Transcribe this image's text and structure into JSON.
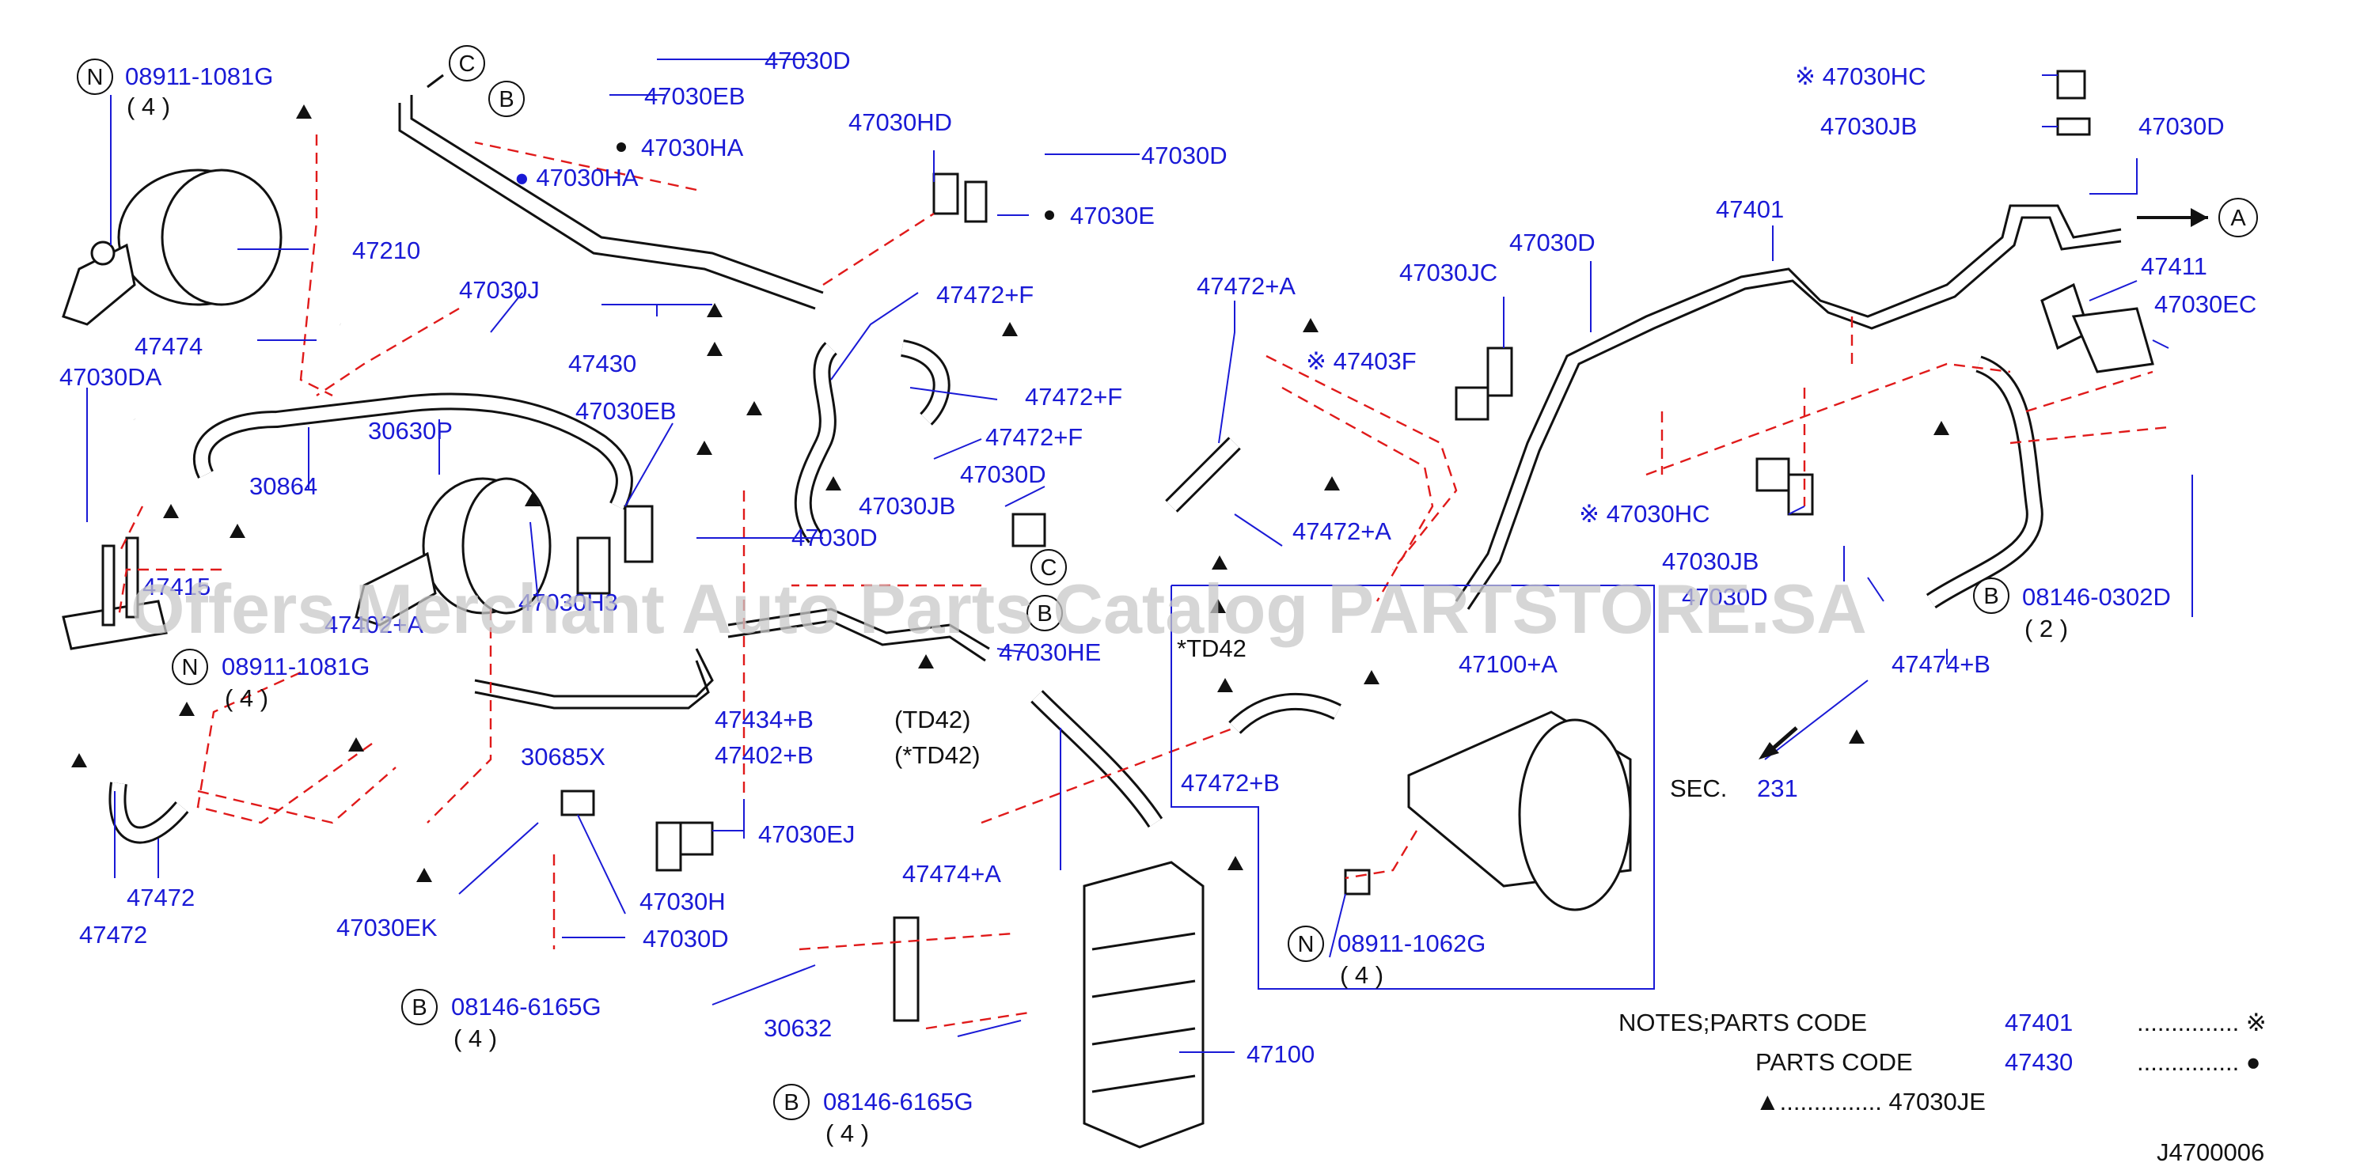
{
  "watermark": "Offers Merchant Auto Parts Catalog PARTSTORE.SA",
  "diagram_code": "J4700006",
  "notes": {
    "line1": "NOTES;PARTS   CODE",
    "line1_code": "47401",
    "line1_dots": "............... ※",
    "line2": "PARTS   CODE",
    "line2_code": "47430",
    "line2_dots": "............... ●",
    "line3": "▲............... 47030JE"
  },
  "labels": {
    "n_08911_1081G_top": "08911-1081G",
    "qty4_a": "( 4 )",
    "p47210": "47210",
    "p47474": "47474",
    "p47030DA": "47030DA",
    "p47030J": "47030J",
    "p30630P": "30630P",
    "p30864": "30864",
    "p47430": "47430",
    "p47030D_1": "47030D",
    "p47030EB_1": "47030EB",
    "p47030HA_1": "47030HA",
    "p47030HA_2": "● 47030HA",
    "p47030HD": "47030HD",
    "p47030D_2": "47030D",
    "p47030E": "47030E",
    "p47472F_1": "47472+F",
    "p47472F_2": "47472+F",
    "p47472F_3": "47472+F",
    "p47030EB_2": "47030EB",
    "p47030JB_1": "47030JB",
    "p47030D_3": "47030D",
    "p47030D_4": "47030D",
    "p47030H3": "47030H3",
    "p47402A": "47402+A",
    "p47415": "47415",
    "n_08911_1081G_mid": "08911-1081G",
    "qty4_b": "( 4 )",
    "p30685X": "30685X",
    "p47434B": "47434+B",
    "p47402B": "47402+B",
    "td42": "(TD42)",
    "td42s": "(*TD42)",
    "p47030HE": "47030HE",
    "p47472A_1": "47472+A",
    "p47403F": "※ 47403F",
    "p47472A_2": "47472+A",
    "p47030JC": "47030JC",
    "p47030D_5": "47030D",
    "p47401": "47401",
    "p47030HC_1": "※ 47030HC",
    "p47030JB_2": "47030JB",
    "p47030D_6": "47030D",
    "p47411": "47411",
    "p47030EC": "47030EC",
    "p47030HC_2": "※ 47030HC",
    "p47030JB_3": "47030JB",
    "p47030D_7": "47030D",
    "b_08146_0302D": "08146-0302D",
    "qty2": "( 2 )",
    "p47474B": "47474+B",
    "sec": "SEC.",
    "sec231": "231",
    "star_td42": "*TD42",
    "p47100A": "47100+A",
    "p47472B": "47472+B",
    "p47474A": "47474+A",
    "p47030EJ": "47030EJ",
    "p47472_1": "47472",
    "p47472_2": "47472",
    "p47030EK": "47030EK",
    "p47030H": "47030H",
    "p47030D_8": "47030D",
    "b_08146_6165G_1": "08146-6165G",
    "qty4_c": "( 4 )",
    "p30632": "30632",
    "b_08146_6165G_2": "08146-6165G",
    "qty4_d": "( 4 )",
    "p47100": "47100",
    "n_08911_1062G": "08911-1062G",
    "qty4_e": "( 4 )"
  },
  "circle_markers": {
    "N": "N",
    "B": "B",
    "C": "C",
    "A": "A"
  }
}
